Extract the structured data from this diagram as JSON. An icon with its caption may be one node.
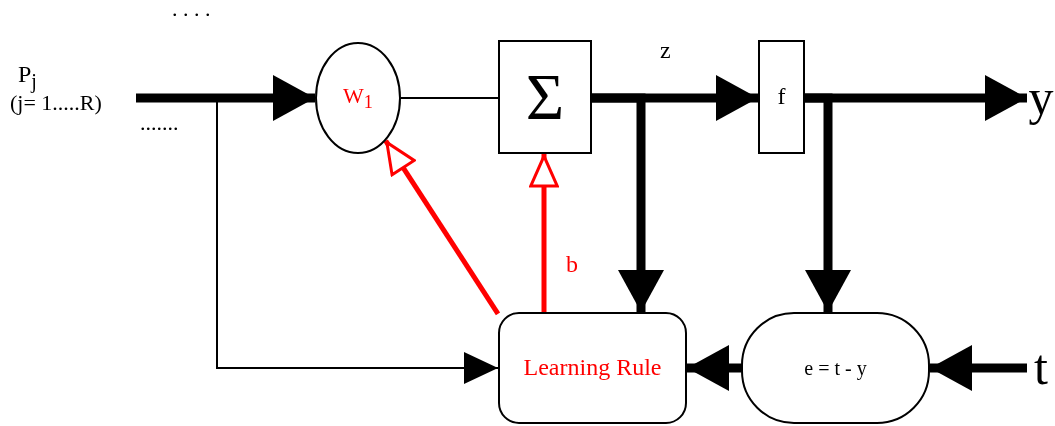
{
  "diagram": {
    "nodes": [
      {
        "text": [
          "P$_{j}$",
          "(j= 1.....R)"
        ]
      },
      {
        "text": [
          "W$_{1}$"
        ]
      },
      {
        "text": [
          "Σ"
        ]
      },
      {
        "text": [
          "f"
        ]
      },
      {
        "text": [
          "y"
        ]
      },
      {
        "text": [
          "Learning Rule"
        ]
      },
      {
        "text": [
          "e = t - y"
        ]
      },
      {
        "text": [
          "t"
        ]
      }
    ],
    "edges": [
      {
        "from": 0,
        "to": 1,
        "arrow": "to"
      },
      {
        "from": 1,
        "to": 2,
        "arrow": "none"
      },
      {
        "from": 2,
        "to": 3,
        "arrow": "to",
        "label": "z"
      },
      {
        "from": 3,
        "to": 4,
        "arrow": "to"
      },
      {
        "from": 0,
        "to": 5,
        "arrow": "to"
      },
      {
        "from": 2,
        "to": 5,
        "arrow": "to"
      },
      {
        "from": 3,
        "to": 6,
        "arrow": "to"
      },
      {
        "from": 6,
        "to": 5,
        "arrow": "to"
      },
      {
        "from": 7,
        "to": 6,
        "arrow": "to"
      },
      {
        "from": 5,
        "to": 1,
        "arrow": "to",
        "color": "#ff0000"
      },
      {
        "from": 5,
        "to": 2,
        "arrow": "to",
        "color": "#ff0000",
        "label": "b"
      }
    ],
    "labels": [
      "....",
      "......."
    ]
  }
}
